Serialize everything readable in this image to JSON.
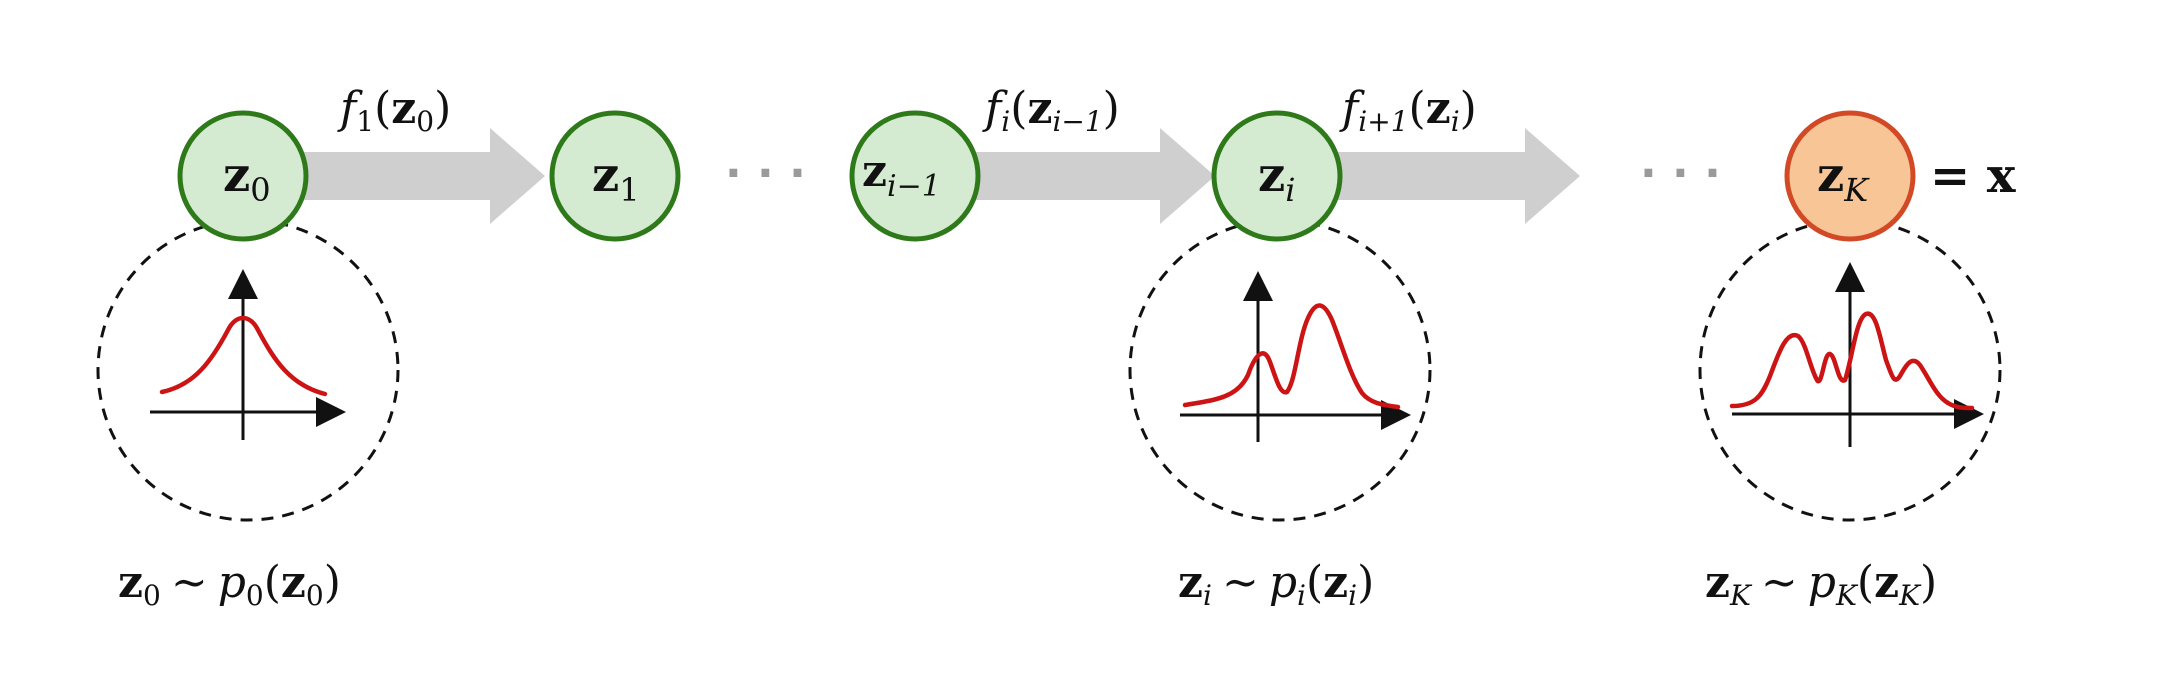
{
  "colors": {
    "arrow": "#cfcfcf",
    "node_fill": "#d5ebd1",
    "node_stroke": "#2e7a1a",
    "final_node_fill": "#f8c596",
    "final_node_stroke": "#d24a25",
    "density_curve": "#cc1414",
    "dashed_circle": "#111111"
  },
  "nodes": [
    {
      "id": "z0",
      "symbol": "z",
      "subscript": "0"
    },
    {
      "id": "z1",
      "symbol": "z",
      "subscript": "1"
    },
    {
      "id": "zim1",
      "symbol": "z",
      "subscript": "i−1"
    },
    {
      "id": "zi",
      "symbol": "z",
      "subscript": "i"
    },
    {
      "id": "zK",
      "symbol": "z",
      "subscript": "K",
      "suffix": "= x"
    }
  ],
  "transforms": [
    {
      "f": "f",
      "f_sub": "1",
      "arg": "z",
      "arg_sub": "0"
    },
    {
      "f": "f",
      "f_sub": "i",
      "arg": "z",
      "arg_sub": "i−1"
    },
    {
      "f": "f",
      "f_sub": "i+1",
      "arg": "z",
      "arg_sub": "i"
    }
  ],
  "ellipsis": "· · ·",
  "distributions": [
    {
      "var": "z",
      "var_sub": "0",
      "tilde": "∼",
      "p": "p",
      "p_sub": "0",
      "arg": "z",
      "arg_sub": "0",
      "shape": "unimodal"
    },
    {
      "var": "z",
      "var_sub": "i",
      "tilde": "∼",
      "p": "p",
      "p_sub": "i",
      "arg": "z",
      "arg_sub": "i",
      "shape": "bimodal"
    },
    {
      "var": "z",
      "var_sub": "K",
      "tilde": "∼",
      "p": "p",
      "p_sub": "K",
      "arg": "z",
      "arg_sub": "K",
      "shape": "multimodal"
    }
  ]
}
